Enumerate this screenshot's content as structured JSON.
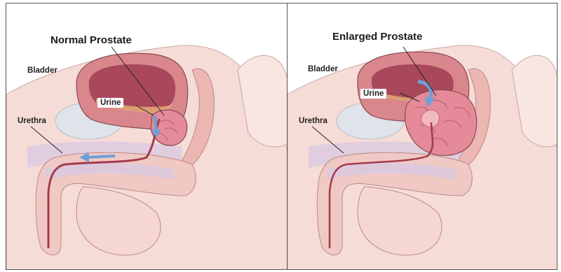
{
  "panels": {
    "normal": {
      "title": "Normal Prostate",
      "labels": {
        "bladder": "Bladder",
        "urine": "Urine",
        "urethra": "Urethra"
      }
    },
    "enlarged": {
      "title": "Enlarged Prostate",
      "labels": {
        "bladder": "Bladder",
        "urine": "Urine",
        "urethra": "Urethra"
      }
    }
  },
  "colors": {
    "skin": "#f6dcd6",
    "tissue": "#ecb7b3",
    "bladder_wall": "#d9868d",
    "bladder_inner": "#a8485a",
    "prostate": "#e58a98",
    "rectum": "#dfe3ea",
    "bone": "#d8c8e2",
    "urethra": "#a33a4c",
    "flow_arrow": "#6f9fd8",
    "outline": "#7a5a5a"
  }
}
